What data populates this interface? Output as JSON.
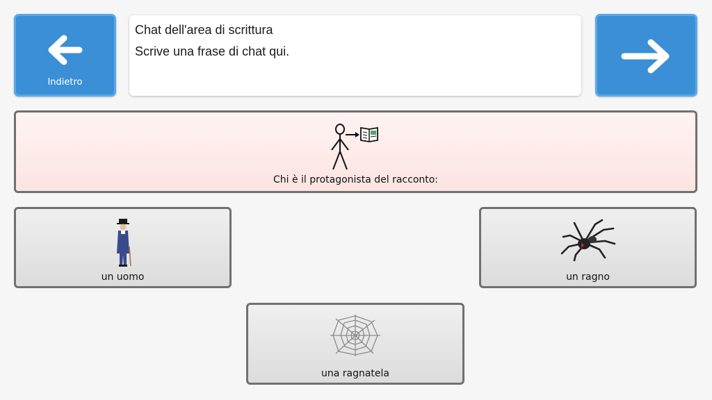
{
  "nav": {
    "back_label": "Indietro",
    "back_icon": "arrow-left-icon",
    "next_icon": "arrow-right-icon",
    "color": "#3a8fd6"
  },
  "chat": {
    "title": "Chat dell'area di scrittura",
    "prompt": "Scrive una frase di chat qui."
  },
  "question": {
    "label": "Chi è il protagonista del racconto:",
    "symbol": "person-reading-book-icon",
    "color": "#fbe4e2"
  },
  "answers": [
    {
      "label": "un uomo",
      "symbol": "man-icon"
    },
    {
      "label": "un ragno",
      "symbol": "spider-icon"
    },
    {
      "label": "una ragnatela",
      "symbol": "spider-web-icon"
    }
  ]
}
